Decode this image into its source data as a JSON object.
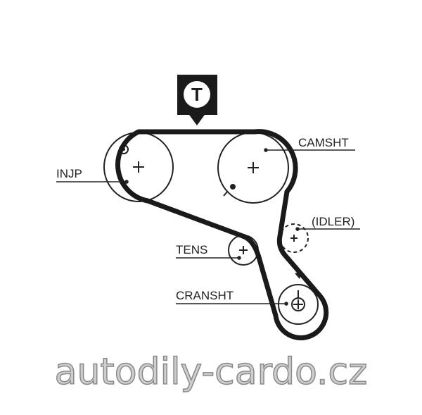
{
  "diagram": {
    "badge_letter": "T",
    "labels": {
      "injp": "INJP",
      "camsht": "CAMSHT",
      "idler": "(IDLER)",
      "tens": "TENS",
      "cransht": "CRANSHT"
    },
    "watermark": "autodily-cardo.cz",
    "colors": {
      "belt": "#1a1a1a",
      "watermark": "#bdbdbd"
    }
  }
}
